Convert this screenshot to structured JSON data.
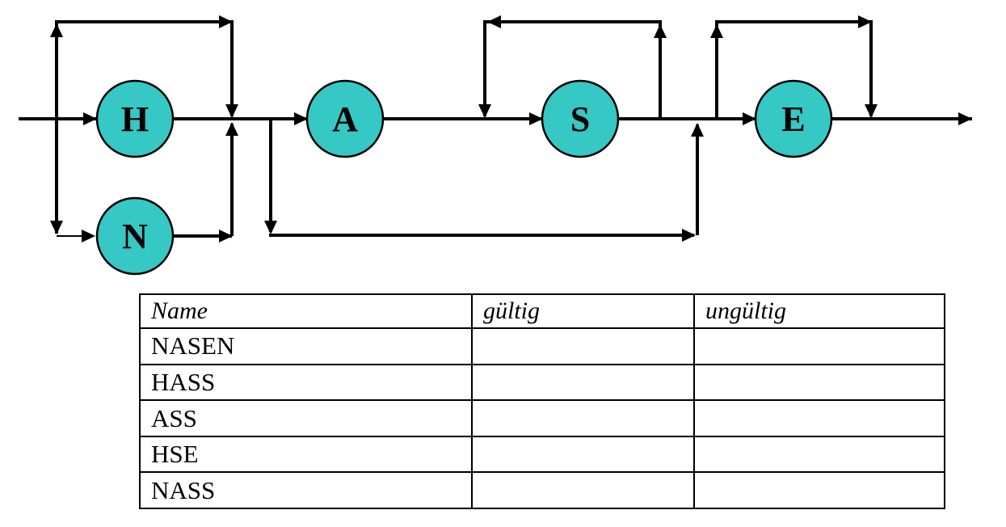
{
  "diagram": {
    "node_color": "#35C8C4",
    "line_color": "#000000",
    "nodes": [
      {
        "label": "H"
      },
      {
        "label": "N"
      },
      {
        "label": "A"
      },
      {
        "label": "S"
      },
      {
        "label": "E"
      }
    ]
  },
  "table": {
    "headers": [
      {
        "label": "Name"
      },
      {
        "label": "gültig"
      },
      {
        "label": "ungültig"
      }
    ],
    "rows": [
      {
        "name": "NASEN",
        "gueltig": "",
        "ungueltig": ""
      },
      {
        "name": "HASS",
        "gueltig": "",
        "ungueltig": ""
      },
      {
        "name": "ASS",
        "gueltig": "",
        "ungueltig": ""
      },
      {
        "name": "HSE",
        "gueltig": "",
        "ungueltig": ""
      },
      {
        "name": "NASS",
        "gueltig": "",
        "ungueltig": ""
      }
    ]
  }
}
